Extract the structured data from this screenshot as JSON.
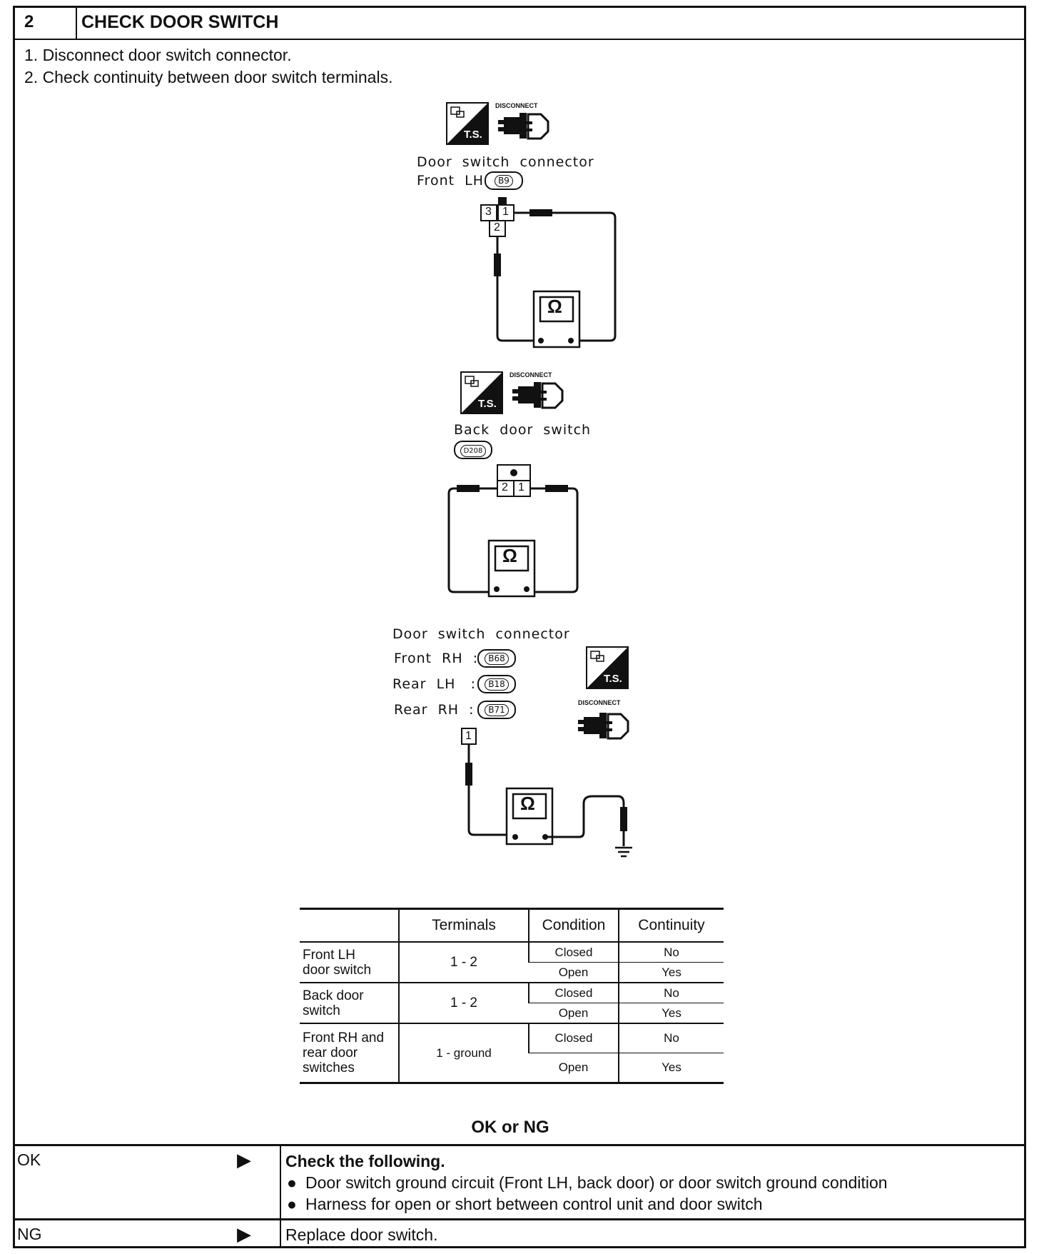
{
  "step": {
    "number": "2",
    "title": "CHECK DOOR SWITCH"
  },
  "instructions": [
    "1.  Disconnect door switch connector.",
    "2.  Check continuity between door switch terminals."
  ],
  "icons": {
    "ts": "T.S.",
    "disconnect": "DISCONNECT"
  },
  "diagram1": {
    "label_line1": "Door  switch  connector",
    "label_line2": "Front  LH",
    "connector": "B9",
    "terminals": [
      "3",
      "1",
      "2"
    ],
    "meter": "Ω"
  },
  "diagram2": {
    "label": "Back  door  switch",
    "connector": "D208",
    "terminals": [
      "2",
      "1"
    ],
    "meter": "Ω"
  },
  "diagram3": {
    "label": "Door  switch  connector",
    "rows": [
      {
        "name": "Front  RH  :",
        "connector": "B68"
      },
      {
        "name": "Rear  LH   :",
        "connector": "B18"
      },
      {
        "name": "Rear  RH  :",
        "connector": "B71"
      }
    ],
    "terminal": "1",
    "meter": "Ω"
  },
  "table": {
    "headers": [
      "",
      "Terminals",
      "Condition",
      "Continuity"
    ],
    "groups": [
      {
        "name": "Front LH\ndoor switch",
        "terminals": "1 - 2",
        "rows": [
          {
            "condition": "Closed",
            "continuity": "No"
          },
          {
            "condition": "Open",
            "continuity": "Yes"
          }
        ]
      },
      {
        "name": "Back door\nswitch",
        "terminals": "1 - 2",
        "rows": [
          {
            "condition": "Closed",
            "continuity": "No"
          },
          {
            "condition": "Open",
            "continuity": "Yes"
          }
        ]
      },
      {
        "name": "Front RH and\nrear door\nswitches",
        "terminals": "1 - ground",
        "rows": [
          {
            "condition": "Closed",
            "continuity": "No"
          },
          {
            "condition": "Open",
            "continuity": "Yes"
          }
        ]
      }
    ]
  },
  "result": {
    "title": "OK or NG",
    "ok": {
      "label": "OK",
      "heading": "Check the following.",
      "items": [
        "Door switch ground circuit (Front LH, back door) or door switch ground condition",
        "Harness for open or short between control unit and door switch"
      ]
    },
    "ng": {
      "label": "NG",
      "text": "Replace door switch."
    }
  }
}
